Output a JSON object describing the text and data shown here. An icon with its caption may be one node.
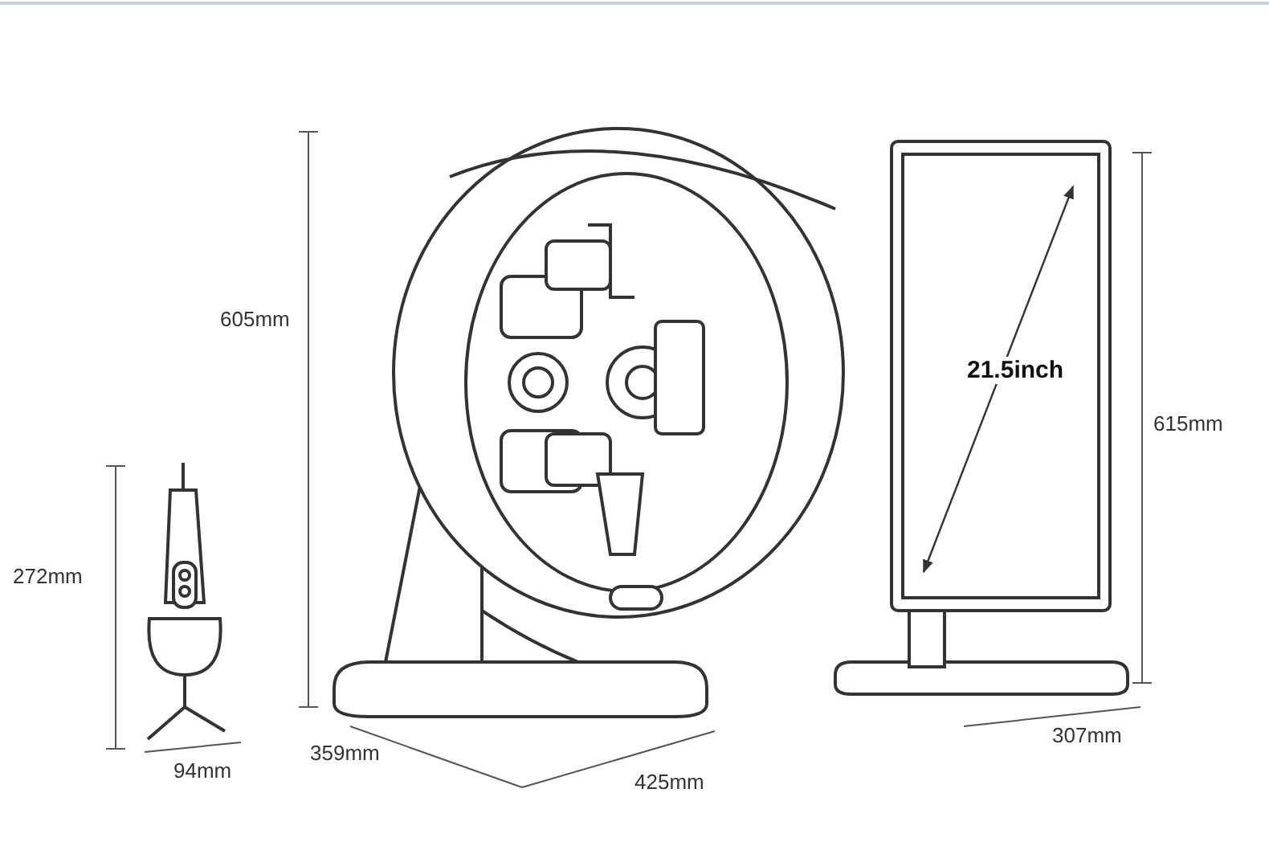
{
  "diagram": {
    "labels": [
      "605mm",
      "21.5inch",
      "615mm",
      "272mm",
      "307mm",
      "359mm",
      "94mm",
      "425mm"
    ]
  }
}
